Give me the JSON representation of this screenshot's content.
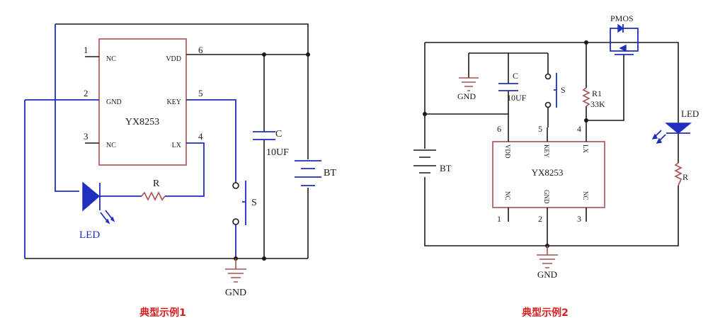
{
  "diagram1": {
    "chip": "YX8253",
    "pins": {
      "p1_num": "1",
      "p1_name": "NC",
      "p2_num": "2",
      "p2_name": "GND",
      "p3_num": "3",
      "p3_name": "NC",
      "p4_num": "4",
      "p4_name": "LX",
      "p5_num": "5",
      "p5_name": "KEY",
      "p6_num": "6",
      "p6_name": "VDD"
    },
    "led": "LED",
    "resistor": "R",
    "switch": "S",
    "cap_name": "C",
    "cap_value": "10UF",
    "battery": "BT",
    "gnd": "GND",
    "caption": "典型示例1"
  },
  "diagram2": {
    "chip": "YX8253",
    "pins": {
      "p6_num": "6",
      "p6_name": "VDD",
      "p5_num": "5",
      "p5_name": "KEY",
      "p4_num": "4",
      "p4_name": "LX",
      "p1_num": "1",
      "p1_name": "NC",
      "p2_num": "2",
      "p2_name": "GND",
      "p3_num": "3",
      "p3_name": "NC"
    },
    "pmos": "PMOS",
    "gnd_top": "GND",
    "cap_name": "C",
    "cap_value": "10UF",
    "switch": "S",
    "r1_name": "R1",
    "r1_value": "33K",
    "led": "LED",
    "resistor": "R",
    "battery": "BT",
    "gnd": "GND",
    "caption": "典型示例2"
  }
}
